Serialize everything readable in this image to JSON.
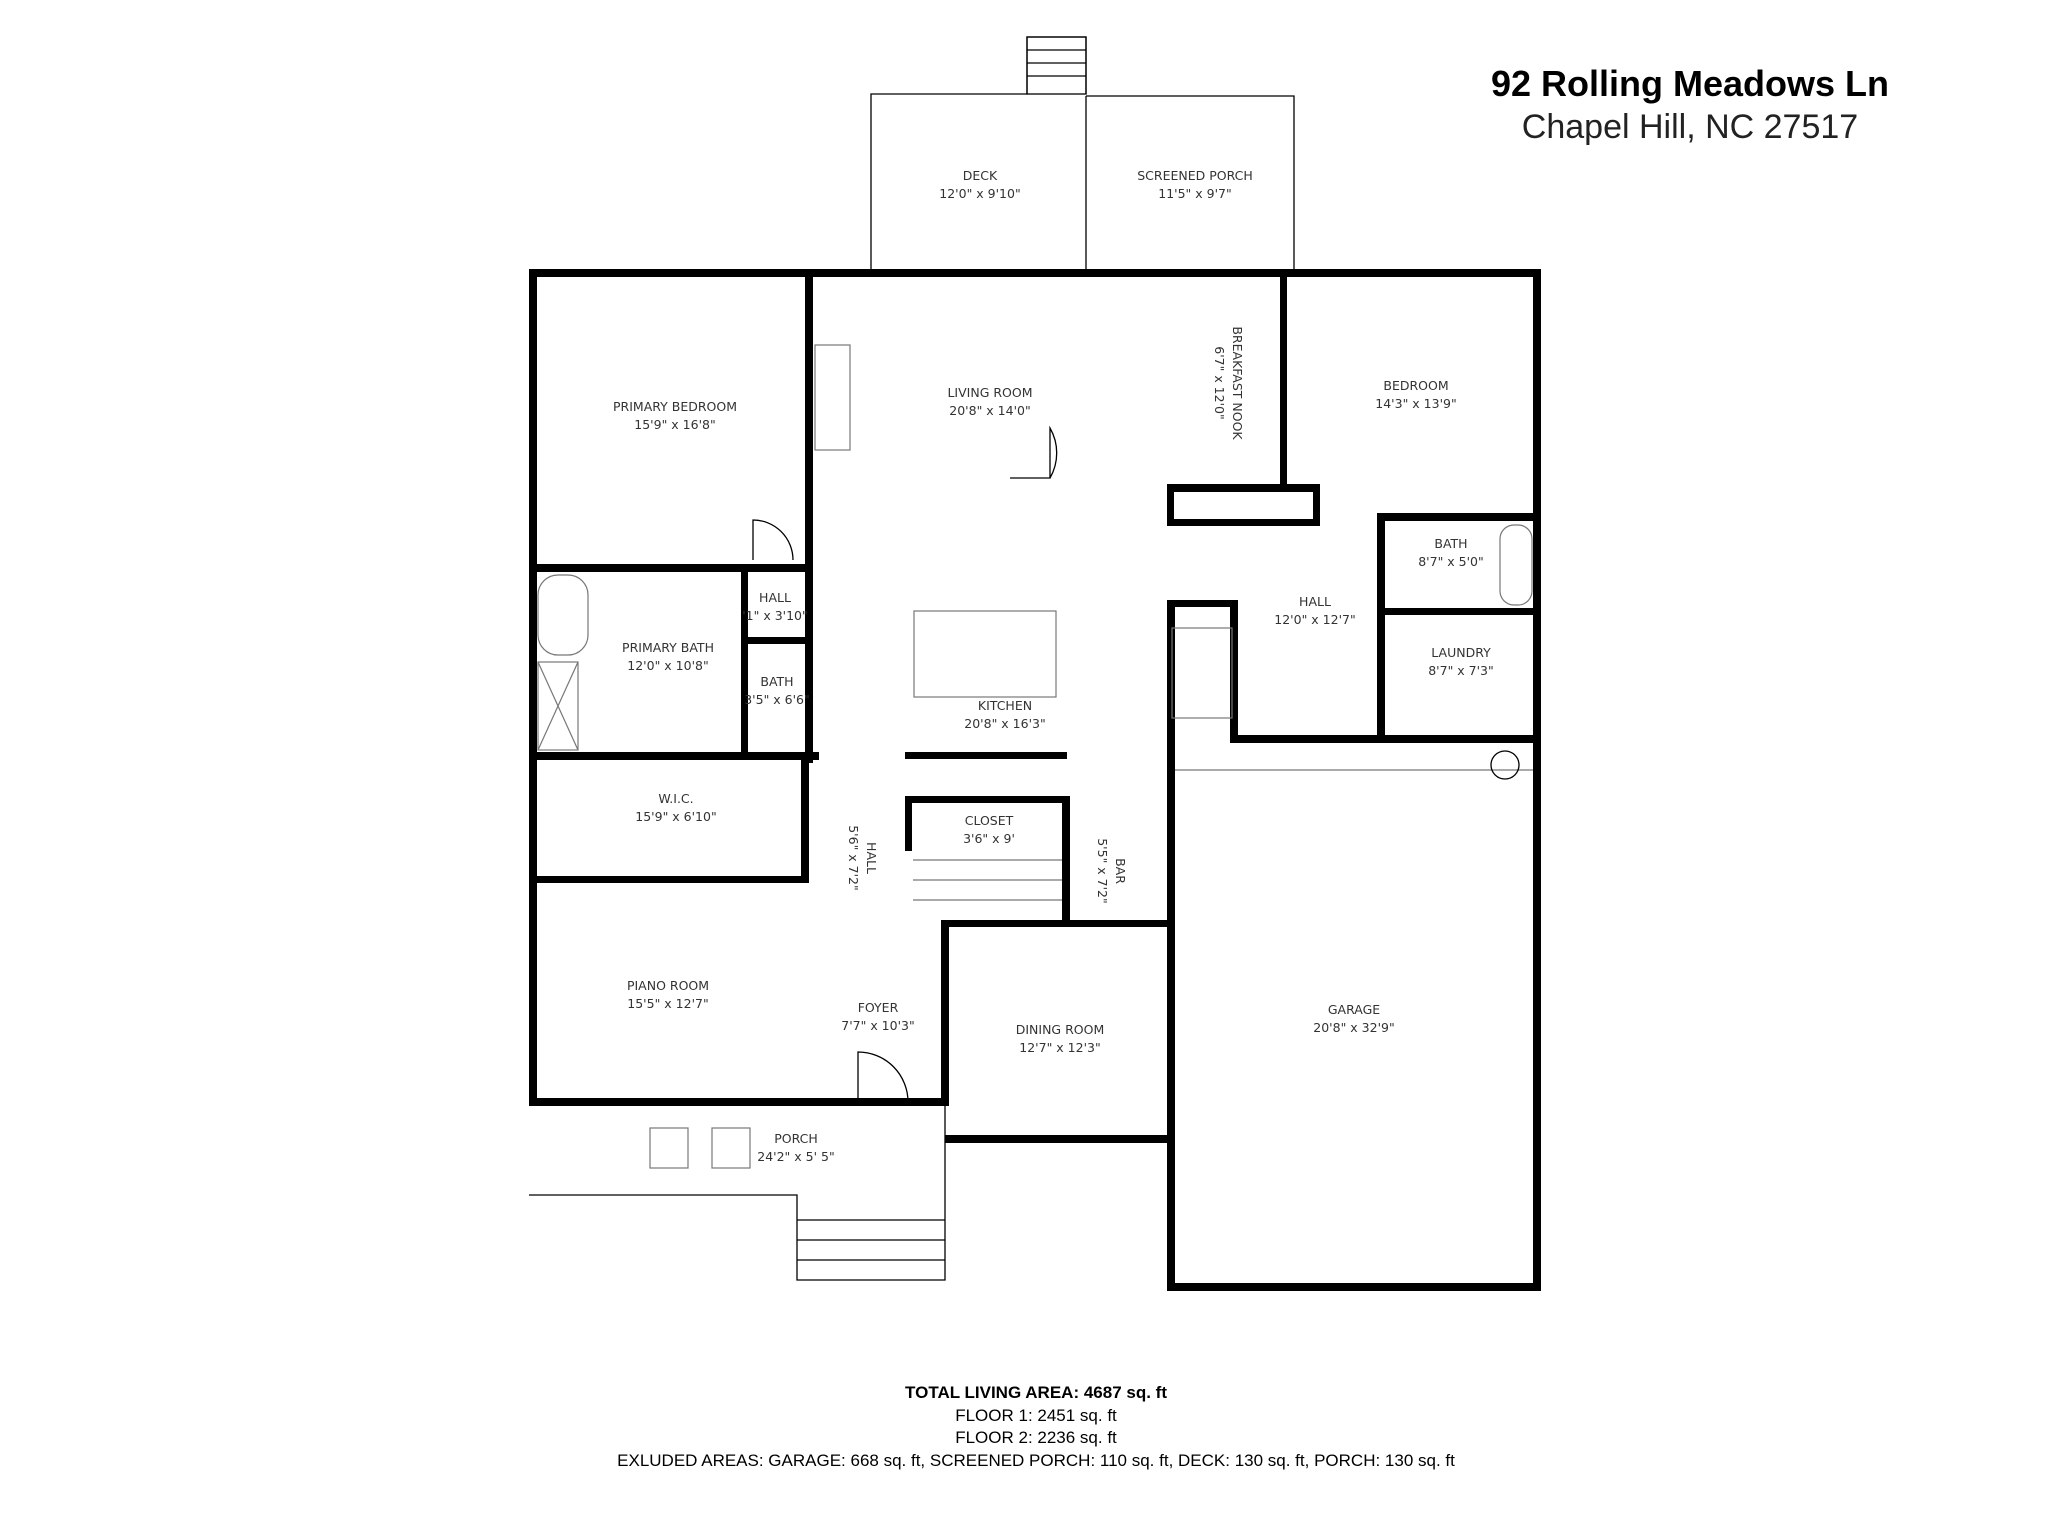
{
  "header": {
    "address": "92 Rolling Meadows Ln",
    "city": "Chapel Hill, NC 27517"
  },
  "rooms": [
    {
      "name": "DECK",
      "size": "12'0\" x 9'10\""
    },
    {
      "name": "SCREENED PORCH",
      "size": "11'5\" x 9'7\""
    },
    {
      "name": "PRIMARY BEDROOM",
      "size": "15'9\" x 16'8\""
    },
    {
      "name": "LIVING ROOM",
      "size": "20'8\" x 14'0\""
    },
    {
      "name": "BREAKFAST NOOK",
      "size": "6'7\" x 12'0\""
    },
    {
      "name": "BEDROOM",
      "size": "14'3\" x 13'9\""
    },
    {
      "name": "HALL",
      "size": "'1\" x 3'10\""
    },
    {
      "name": "PRIMARY BATH",
      "size": "12'0\" x 10'8\""
    },
    {
      "name": "BATH",
      "size": "3'5\" x 6'6\""
    },
    {
      "name": "BATH",
      "size": "8'7\" x 5'0\""
    },
    {
      "name": "HALL",
      "size": "12'0\" x 12'7\""
    },
    {
      "name": "LAUNDRY",
      "size": "8'7\" x 7'3\""
    },
    {
      "name": "KITCHEN",
      "size": "20'8\" x 16'3\""
    },
    {
      "name": "W.I.C.",
      "size": "15'9\" x 6'10\""
    },
    {
      "name": "CLOSET",
      "size": "3'6\" x 9'"
    },
    {
      "name": "HALL",
      "size": "5'6\" x 7'2\""
    },
    {
      "name": "BAR",
      "size": "5'5\" x 7'2\""
    },
    {
      "name": "GARAGE",
      "size": "20'8\" x 32'9\""
    },
    {
      "name": "PIANO ROOM",
      "size": "15'5\" x 12'7\""
    },
    {
      "name": "FOYER",
      "size": "7'7\" x 10'3\""
    },
    {
      "name": "DINING ROOM",
      "size": "12'7\" x 12'3\""
    },
    {
      "name": "PORCH",
      "size": "24'2\" x 5' 5\""
    }
  ],
  "footer": {
    "total": "TOTAL LIVING AREA: 4687 sq. ft",
    "floor1": "FLOOR 1: 2451 sq. ft",
    "floor2": "FLOOR 2: 2236 sq. ft",
    "excluded": "EXLUDED AREAS: GARAGE: 668 sq. ft, SCREENED PORCH: 110 sq. ft, DECK: 130 sq. ft, PORCH: 130 sq. ft"
  }
}
